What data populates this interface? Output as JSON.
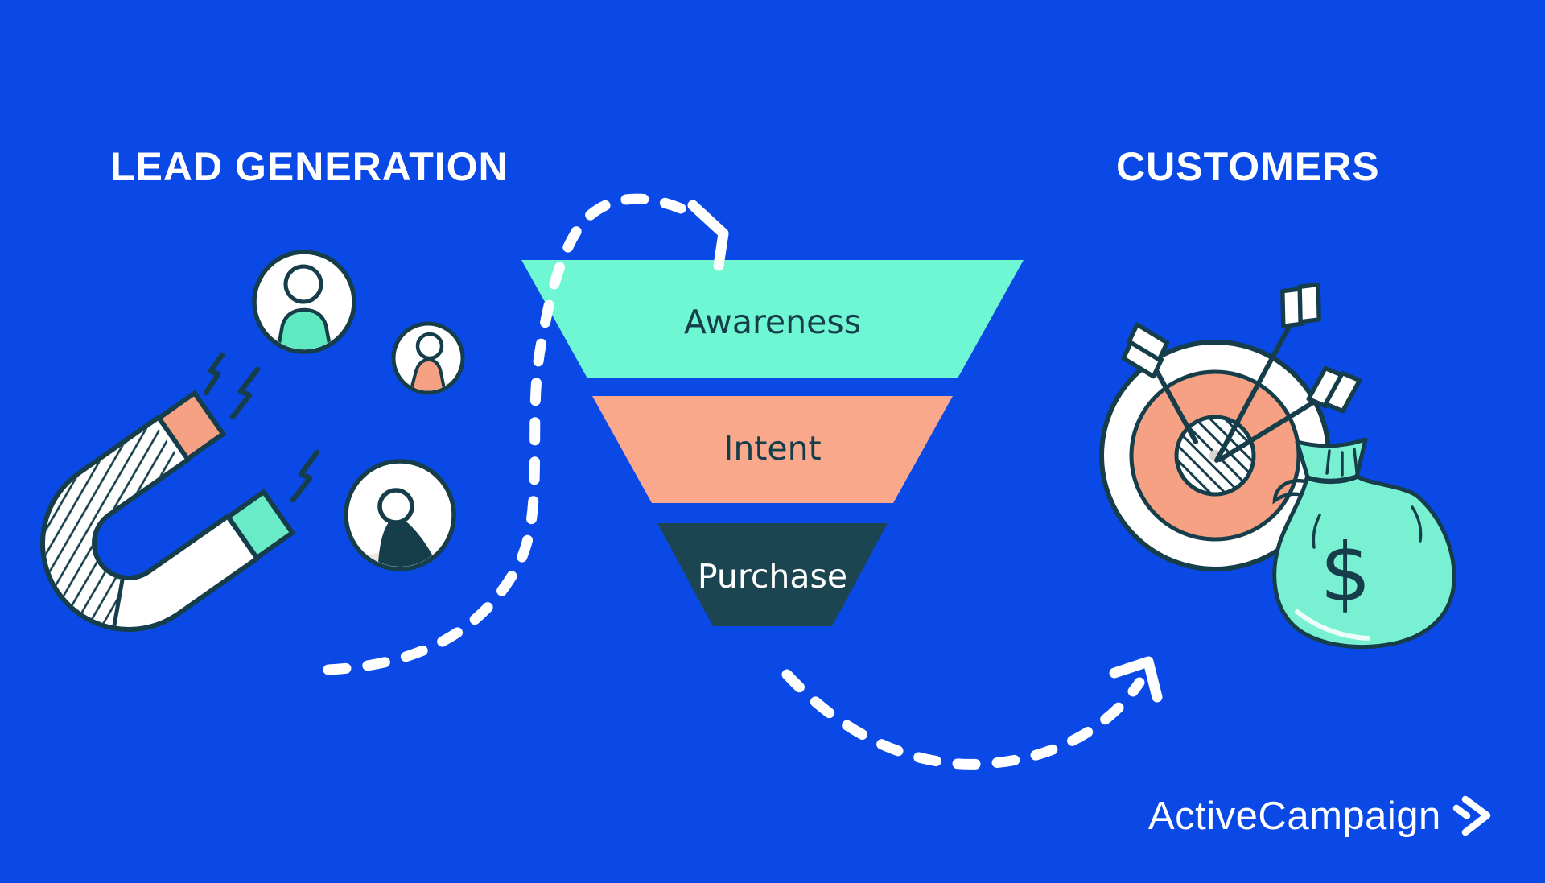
{
  "page": {
    "background_color": "#0A49E6",
    "light_text_color": "#FFFFFF",
    "dark_ink_color": "#163E4A"
  },
  "header": {
    "left_title": "LEAD GENERATION",
    "right_title": "CUSTOMERS"
  },
  "funnel": {
    "stages": [
      {
        "label": "Awareness",
        "fill": "#6FF6D2",
        "text_color": "#163E4A"
      },
      {
        "label": "Intent",
        "fill": "#F9A88C",
        "text_color": "#163E4A"
      },
      {
        "label": "Purchase",
        "fill": "#1B4551",
        "text_color": "#FFFFFF"
      }
    ]
  },
  "illustration": {
    "left_group": {
      "icons": [
        "magnet-icon",
        "spark-bolt-icon",
        "lead-avatar"
      ],
      "magnet_tip_colors": [
        "#F7A184",
        "#68EBC6"
      ],
      "avatar_body_colors": [
        "#5FE9C1",
        "#F7A184",
        "#163E4A"
      ]
    },
    "right_group": {
      "icons": [
        "target-icon",
        "arrow-dart-icon",
        "money-bag-icon"
      ],
      "target_ring_color": "#F7A184",
      "money_bag_color": "#79F0D2",
      "money_symbol": "$"
    },
    "flow_arrows": [
      "dashed-arrow-into-funnel",
      "dashed-arrow-to-customers"
    ]
  },
  "branding": {
    "logo_text": "ActiveCampaign",
    "logo_mark": "double-chevron-right"
  }
}
